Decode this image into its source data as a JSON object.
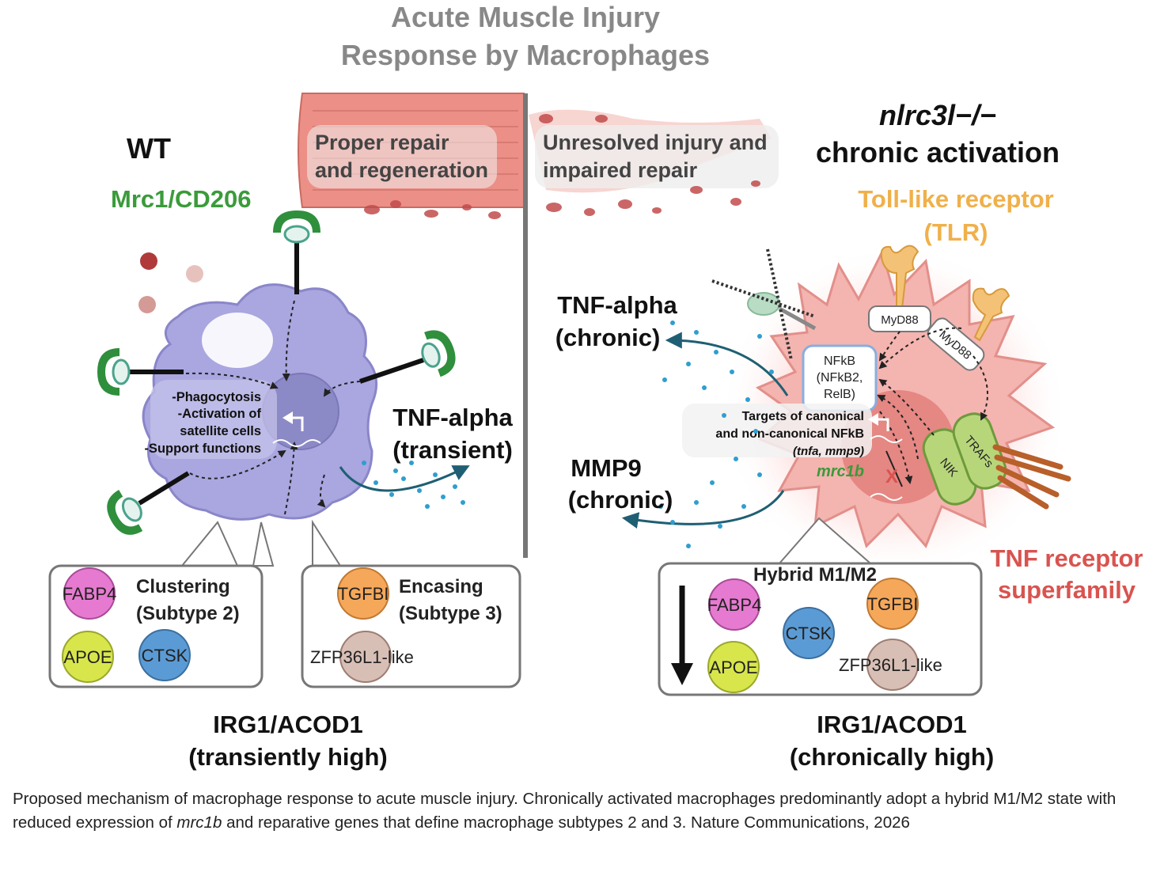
{
  "title": {
    "line1": "Acute Muscle Injury",
    "line2": "Response by Macrophages"
  },
  "muscle_banner": {
    "left_line1": "Proper repair",
    "left_line2": "and regeneration",
    "right_line1": "Unresolved injury and",
    "right_line2": "impaired repair"
  },
  "wt": {
    "label": "WT",
    "receptor_label": "Mrc1/CD206",
    "functions": [
      "-Phagocytosis",
      "-Activation of",
      "satellite cells",
      "-Support functions"
    ],
    "tnf_line1": "TNF-alpha",
    "tnf_line2": "(transient)",
    "box1": {
      "title1": "Clustering",
      "title2": "(Subtype 2)",
      "genes": [
        "FABP4",
        "APOE",
        "CTSK"
      ]
    },
    "box2": {
      "title1": "Encasing",
      "title2": "(Subtype 3)",
      "genes": [
        "TGFBI",
        "ZFP36L1-like"
      ]
    },
    "irg_line1": "IRG1/ACOD1",
    "irg_line2": "(transiently high)"
  },
  "ko": {
    "label_line1": "nlrc3l−/−",
    "label_line2": "chronic activation",
    "tlr_line1": "Toll-like receptor",
    "tlr_line2": "(TLR)",
    "myd88": "MyD88",
    "nfkb": [
      "NFkB",
      "(NFkB2,",
      "RelB)"
    ],
    "targets": [
      "Targets of canonical",
      "and non-canonical NFkB",
      "(tnfa, mmp9)"
    ],
    "mrc1b": "mrc1b",
    "nik": "NIK",
    "trafs": "TRAFs",
    "tnf_line1": "TNF-alpha",
    "tnf_line2": "(chronic)",
    "mmp9_line1": "MMP9",
    "mmp9_line2": "(chronic)",
    "tnfr_line1": "TNF receptor",
    "tnfr_line2": "superfamily",
    "hybrid_title": "Hybrid M1/M2",
    "genes": [
      "FABP4",
      "TGFBI",
      "CTSK",
      "APOE",
      "ZFP36L1-like"
    ],
    "irg_line1": "IRG1/ACOD1",
    "irg_line2": "(chronically high)"
  },
  "caption": {
    "part1": "Proposed mechanism of macrophage response to acute muscle injury. Chronically activated macrophages predominantly adopt a hybrid M1/M2 state with reduced expression of ",
    "italic": "mrc1b",
    "part2": " and reparative genes that define macrophage subtypes 2 and 3. Nature Communications, 2026"
  },
  "colors": {
    "title_gray": "#888888",
    "receptor_green": "#3a9b3a",
    "tlr_orange": "#f0b04a",
    "tnfr_red": "#d9534f",
    "muscle": "#e98f86",
    "wt_cell": "#a9a6e0",
    "ko_cell": "#f6b1ad",
    "arrow_teal": "#1f5f73",
    "fabp4": "#e67ad0",
    "apoe": "#d8e64c",
    "ctsk": "#5b9bd5",
    "tgfbi": "#f6a85a",
    "zfp36l1": "#d8bfb6"
  }
}
